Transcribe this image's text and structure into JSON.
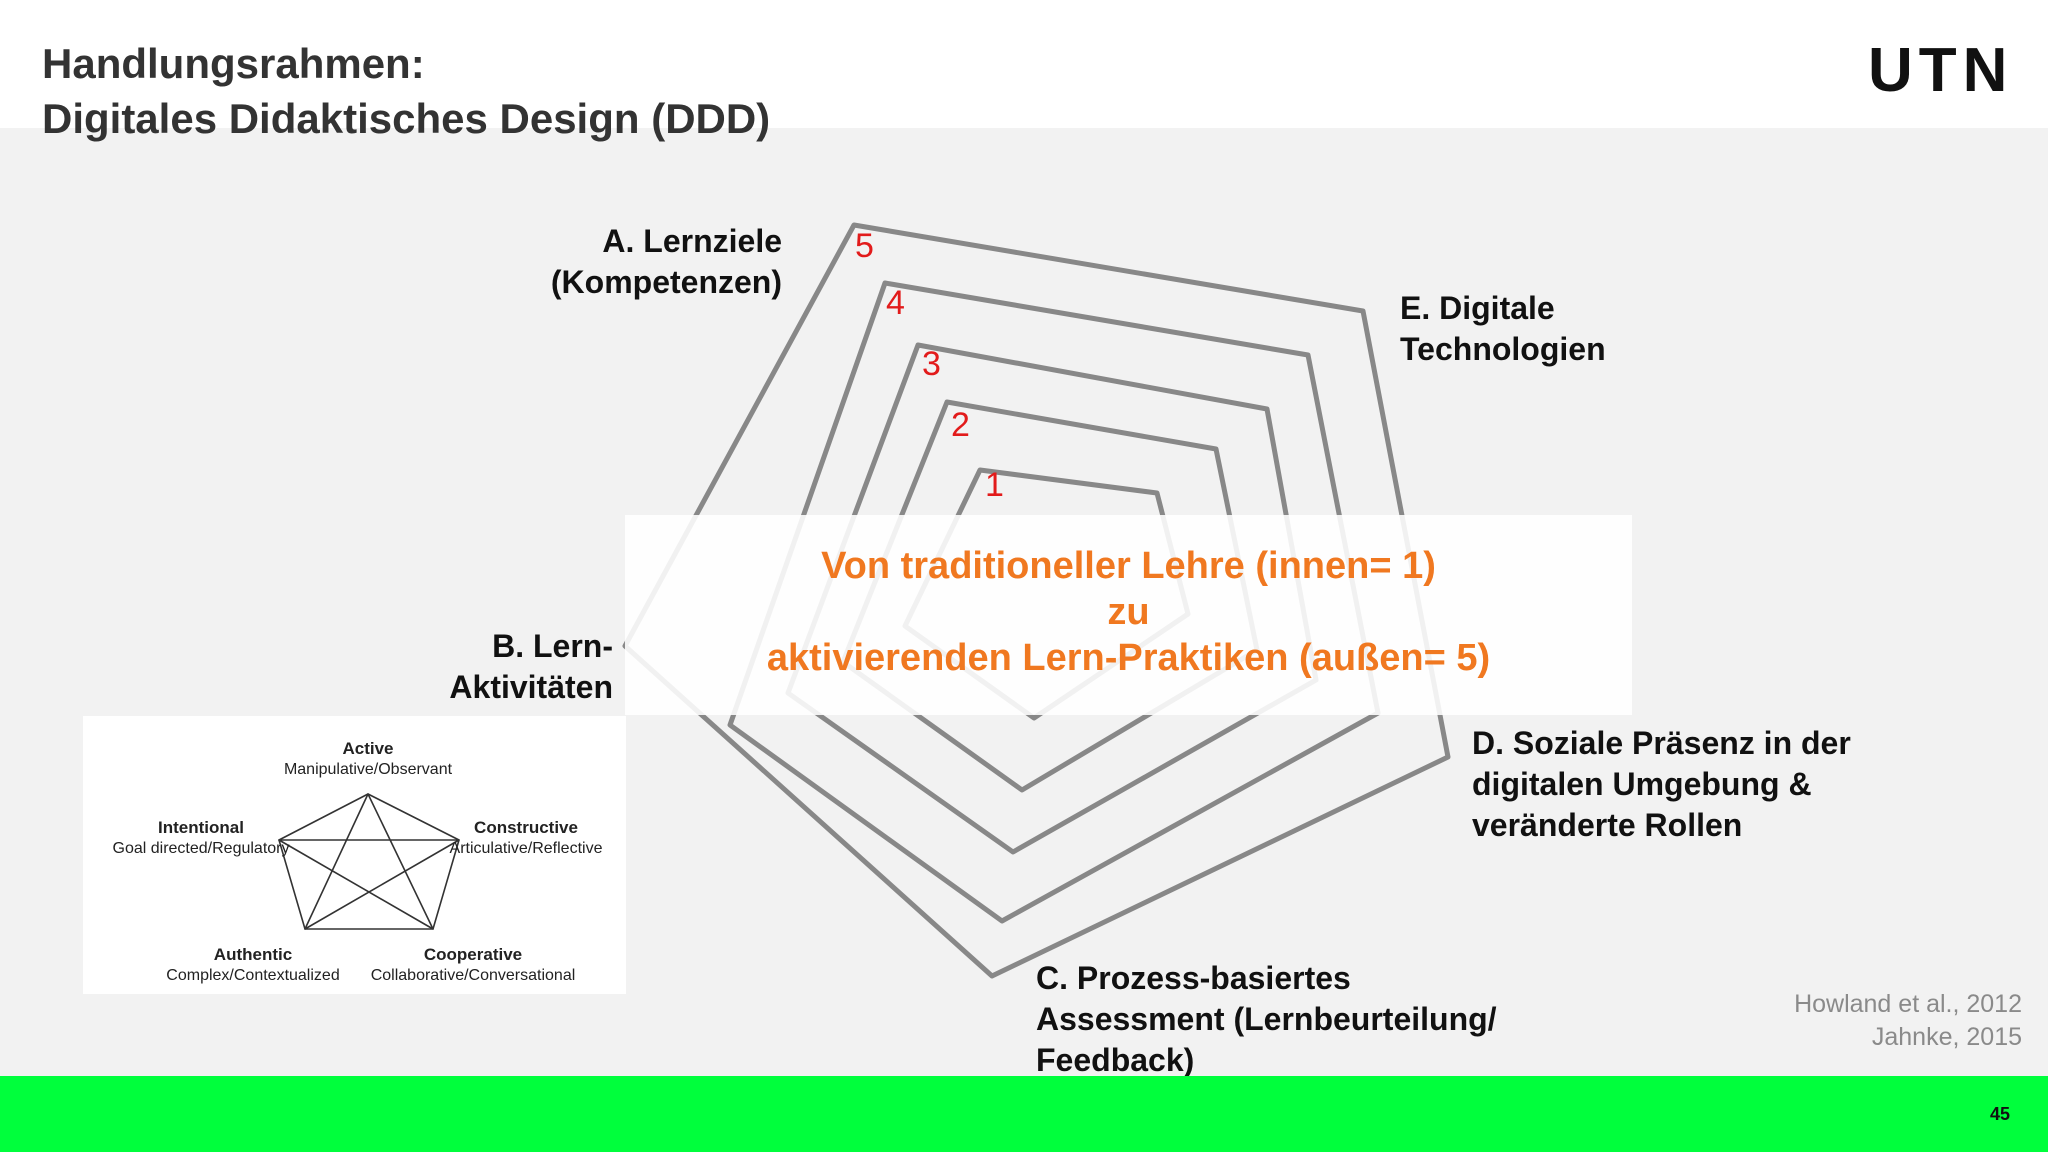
{
  "slide": {
    "title_line1": "Handlungsrahmen:",
    "title_line2": "Digitales Didaktisches Design (DDD)",
    "logo": "UTN",
    "page_number": "45"
  },
  "diagram": {
    "axes": {
      "a_line1": "A. Lernziele",
      "a_line2": "(Kompetenzen)",
      "b_line1": "B. Lern-",
      "b_line2": "Aktivitäten",
      "c_line1": "C. Prozess-basiertes",
      "c_line2": "Assessment (Lernbeurteilung/",
      "c_line3": "Feedback)",
      "d_line1": "D. Soziale Präsenz in der",
      "d_line2": "digitalen Umgebung &",
      "d_line3": "veränderte Rollen",
      "e_line1": "E. Digitale",
      "e_line2": "Technologien"
    },
    "ring_levels": [
      "1",
      "2",
      "3",
      "4",
      "5"
    ],
    "ring_color": "#888888",
    "number_color": "#e21b1b"
  },
  "overlay": {
    "line1": "Von traditioneller Lehre (innen= 1)",
    "line2": "zu",
    "line3": "aktivierenden Lern-Praktiken (außen= 5)",
    "color": "#f07820"
  },
  "inset": {
    "active": "Active",
    "active_sub": "Manipulative/Observant",
    "intentional": "Intentional",
    "intentional_sub": "Goal directed/Regulatory",
    "constructive": "Constructive",
    "constructive_sub": "Articulative/Reflective",
    "authentic": "Authentic",
    "authentic_sub": "Complex/Contextualized",
    "cooperative": "Cooperative",
    "cooperative_sub": "Collaborative/Conversational"
  },
  "citation": {
    "line1": "Howland et al., 2012",
    "line2": "Jahnke, 2015"
  },
  "colors": {
    "footer": "#00ff3c",
    "background": "#f2f2f2"
  }
}
